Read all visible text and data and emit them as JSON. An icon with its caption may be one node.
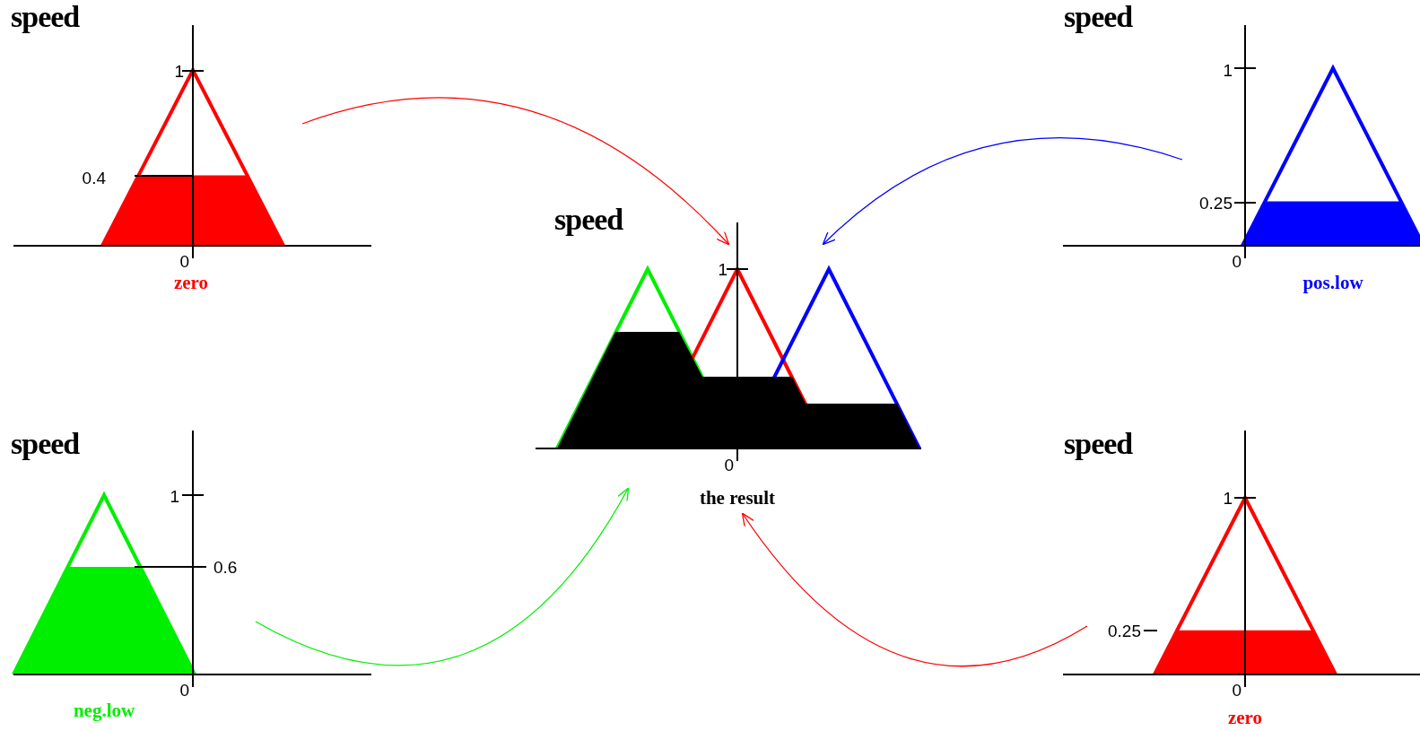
{
  "diagram": {
    "nodes": [
      {
        "text": [
          "speed",
          "1",
          "0.4",
          "0",
          "zero"
        ]
      },
      {
        "text": [
          "speed",
          "1",
          "0.25",
          "0",
          "pos.low"
        ]
      },
      {
        "text": [
          "speed",
          "1",
          "0",
          "the result"
        ]
      },
      {
        "text": [
          "speed",
          "1",
          "0.6",
          "0",
          "neg.low"
        ]
      },
      {
        "text": [
          "speed",
          "1",
          "0.25",
          "0",
          "zero"
        ]
      }
    ],
    "edges": [
      {
        "from": 0,
        "to": 2,
        "arrow": "to",
        "color": "#ff0000"
      },
      {
        "from": 1,
        "to": 2,
        "arrow": "to",
        "color": "#0000ff"
      },
      {
        "from": 3,
        "to": 2,
        "arrow": "to",
        "color": "#00ee00"
      },
      {
        "from": 4,
        "to": 2,
        "arrow": "to",
        "color": "#ff0000"
      }
    ]
  }
}
